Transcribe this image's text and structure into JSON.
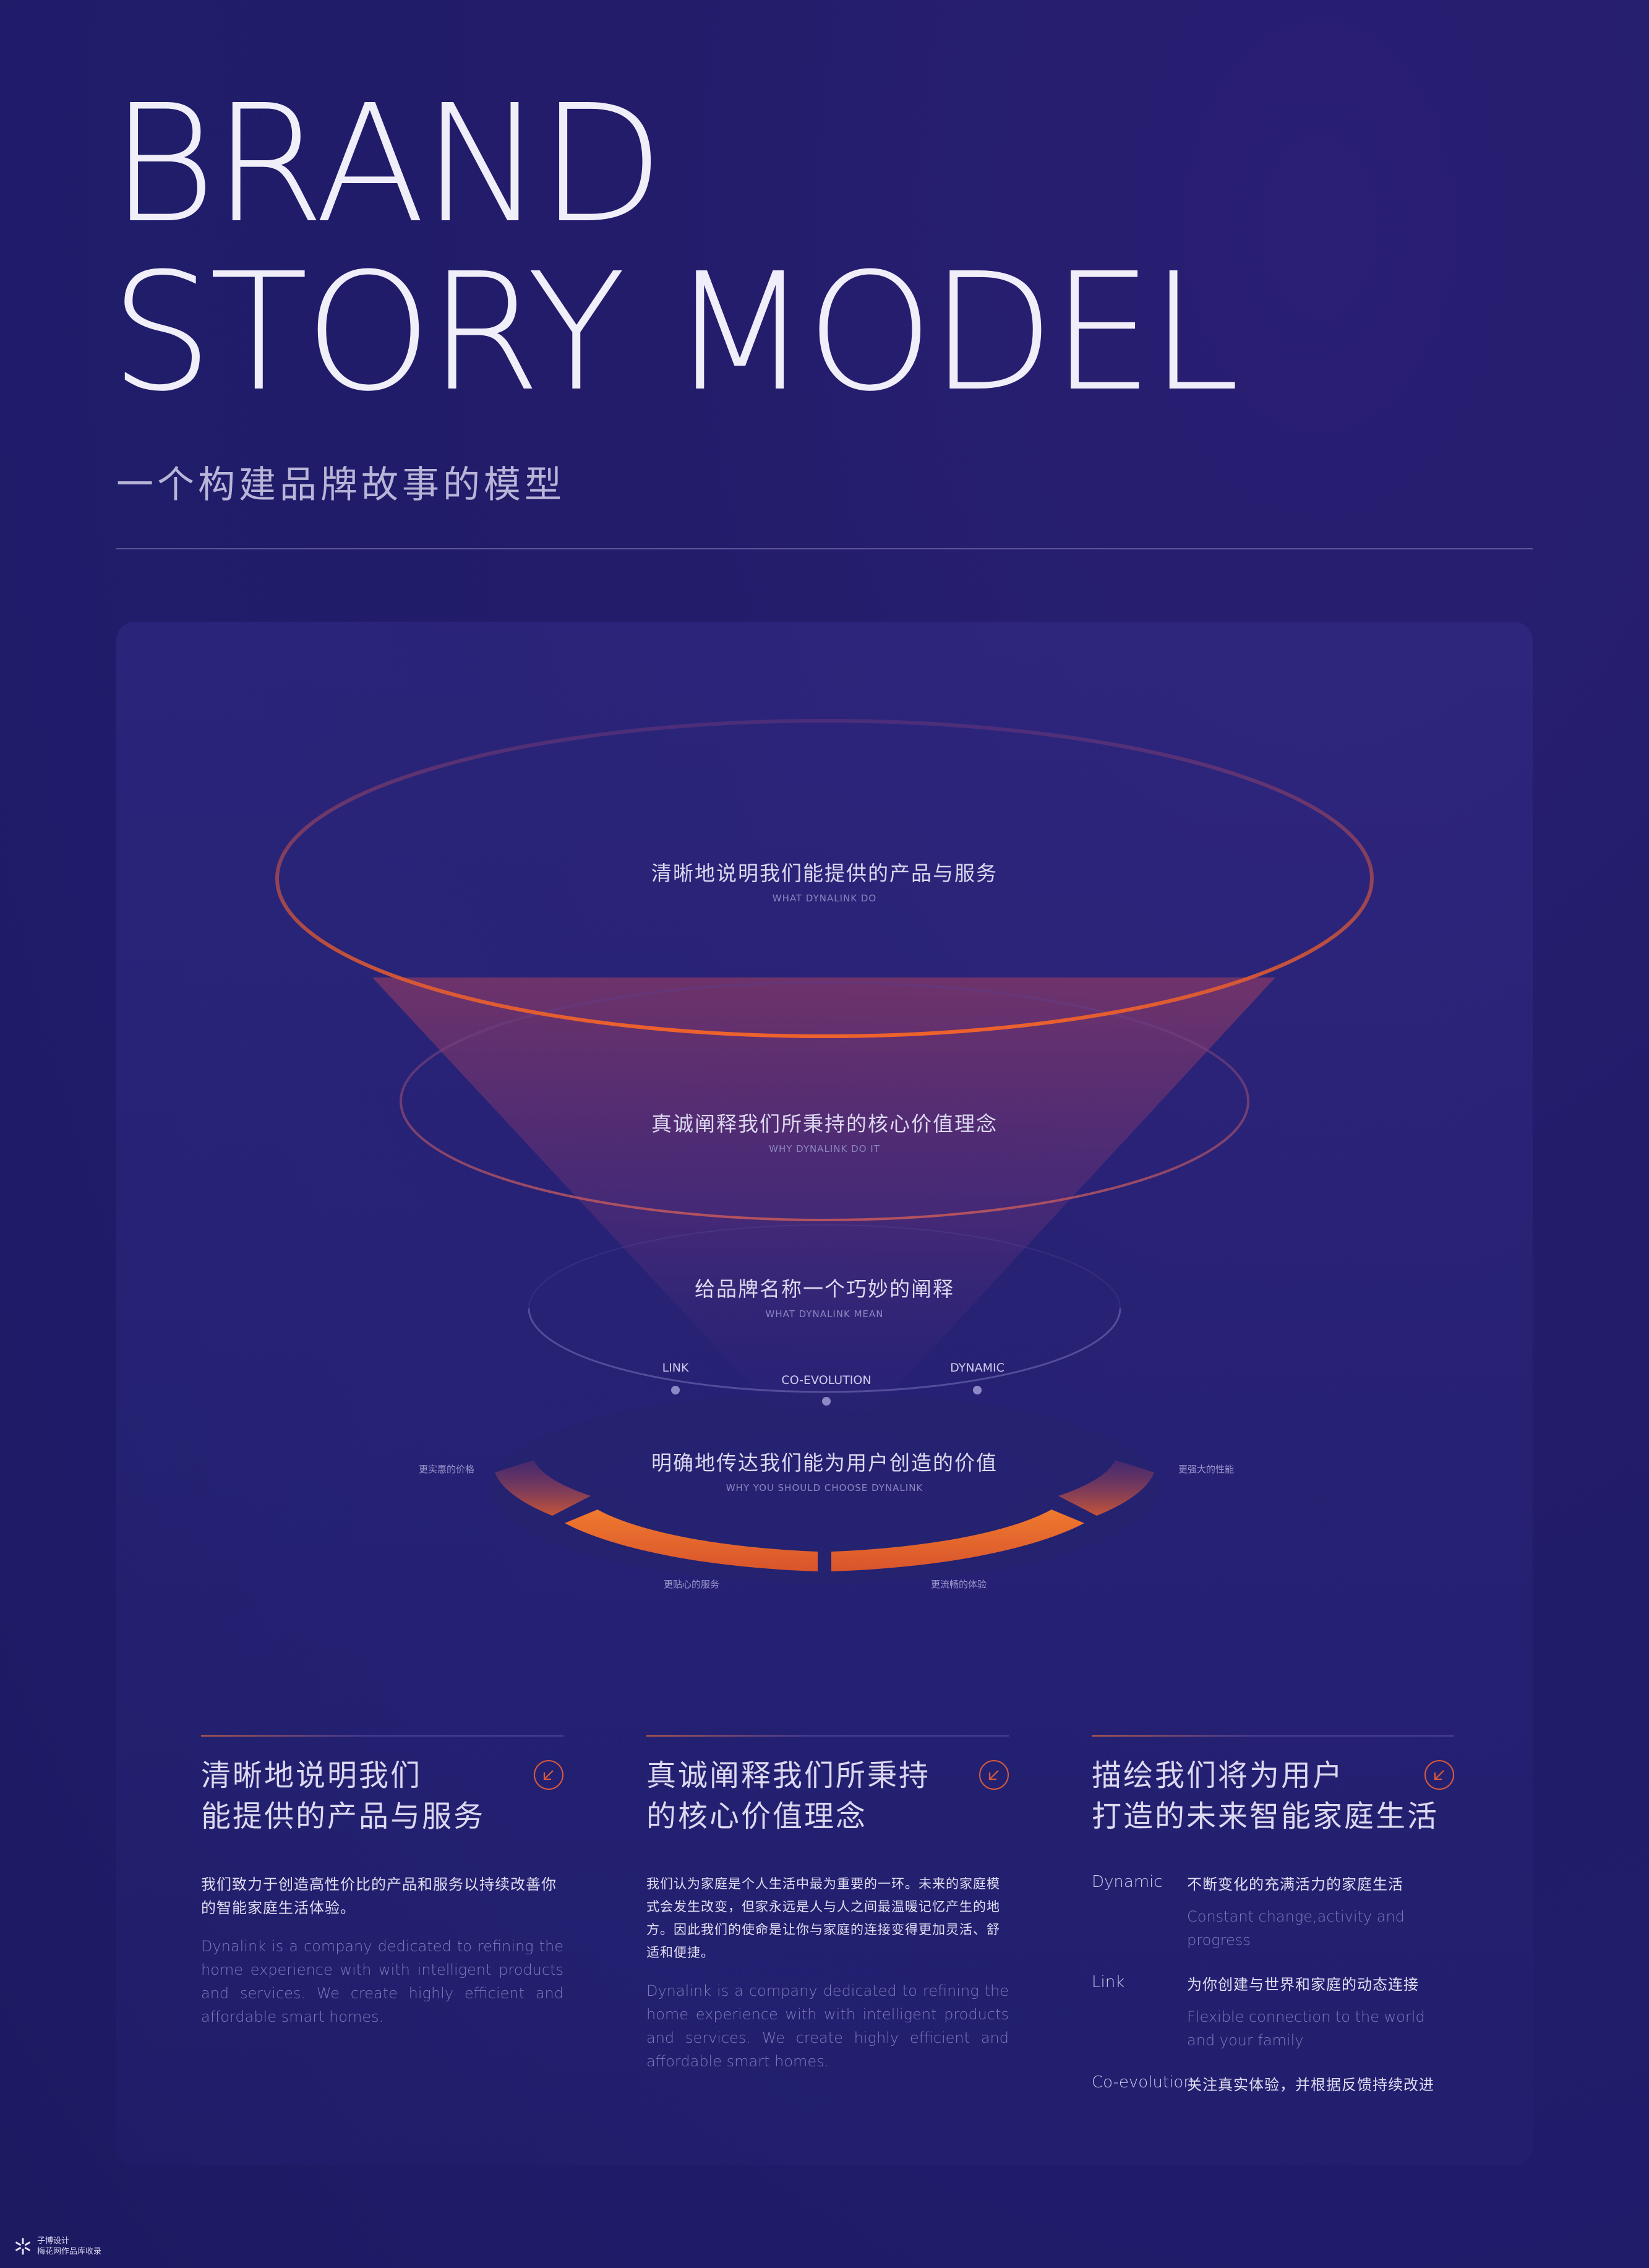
{
  "header": {
    "title_lines": [
      "BRAND",
      "STORY MODEL"
    ],
    "subtitle": "一个构建品牌故事的模型"
  },
  "diagram": {
    "layers": [
      {
        "title": "清晰地说明我们能提供的产品与服务",
        "sub": "WHAT DYNALINK DO"
      },
      {
        "title": "真诚阐释我们所秉持的核心价值理念",
        "sub": "WHY DYNALINK DO IT"
      },
      {
        "title": "给品牌名称一个巧妙的阐释",
        "sub": "WHAT DYNALINK MEAN"
      },
      {
        "title": "明确地传达我们能为用户创造的价值",
        "sub": "WHY YOU SHOULD CHOOSE DYNALINK"
      }
    ],
    "nodes": [
      "LINK",
      "CO-EVOLUTION",
      "DYNAMIC"
    ],
    "ring_labels": {
      "left": "更实惠的价格",
      "right": "更强大的性能",
      "bottom_left": "更贴心的服务",
      "bottom_right": "更流畅的体验"
    }
  },
  "columns": [
    {
      "title_lines": [
        "清晰地说明我们",
        "能提供的产品与服务"
      ],
      "zh": "我们致力于创造高性价比的产品和服务以持续改善你的智能家庭生活体验。",
      "en": "Dynalink is a company dedicated to refining the home experience with with intelligent products and services. We create highly efficient and affordable smart homes."
    },
    {
      "title_lines": [
        "真诚阐释我们所秉持",
        "的核心价值理念"
      ],
      "zh": "我们认为家庭是个人生活中最为重要的一环。未来的家庭模式会发生改变，但家永远是人与人之间最温暖记忆产生的地方。因此我们的使命是让你与家庭的连接变得更加灵活、舒适和便捷。",
      "en": "Dynalink is a company dedicated to refining the home experience with with intelligent products and services. We create highly efficient and affordable smart homes."
    },
    {
      "title_lines": [
        "描绘我们将为用户",
        "打造的未来智能家庭生活"
      ],
      "definitions": [
        {
          "term": "Dynamic",
          "zh": "不断变化的充满活力的家庭生活",
          "en": "Constant change,activity and progress"
        },
        {
          "term": "Link",
          "zh": "为你创建与世界和家庭的动态连接",
          "en": "Flexible connection to the world and your family"
        },
        {
          "term": "Co-evolution",
          "zh": "关注真实体验，并根据反馈持续改进",
          "en": ""
        }
      ]
    }
  ],
  "footer": {
    "logo_icon": "snowflake-logo-icon",
    "line1": "子博设计",
    "line2": "梅花网作品库收录"
  },
  "colors": {
    "background": "#221c6a",
    "accent": "#e8642f",
    "text": "#e9e7f5"
  }
}
